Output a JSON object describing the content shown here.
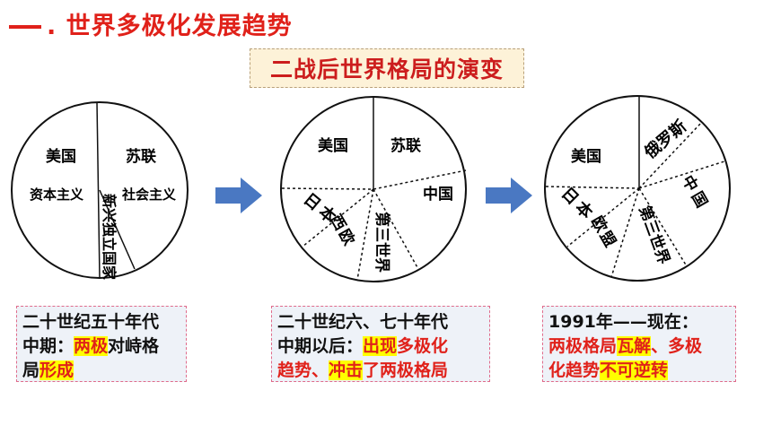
{
  "title": {
    "dash": "一",
    "text": ". 世界多极化发展趋势"
  },
  "subtitle": "二战后世界格局的演变",
  "pie1": {
    "labels": [
      "美国",
      "苏联",
      "资本主义",
      "社会主义",
      "新兴独立国家"
    ]
  },
  "pie2": {
    "labels": [
      "美国",
      "苏联",
      "日本",
      "西欧",
      "中国",
      "第三世界"
    ]
  },
  "pie3": {
    "labels": [
      "美国",
      "俄罗斯",
      "日本",
      "欧盟",
      "中国",
      "第三世界"
    ]
  },
  "box1": {
    "line1": "二十世纪五十年代",
    "line2_a": "中期：",
    "line2_b": "两极",
    "line2_c": "对峙格",
    "line3_a": "局",
    "line3_b": "形成"
  },
  "box2": {
    "line1": "二十世纪六、七十年代",
    "line2_a": "中期以后：",
    "line2_b": "出现",
    "line2_c": "多极化",
    "line3_a": "趋势、",
    "line3_b": "冲击",
    "line3_c": "了两极格局"
  },
  "box3": {
    "line1": "1991年——现在：",
    "line2_a": "两极格局",
    "line2_b": "瓦解",
    "line2_c": "、多极",
    "line3_a": "化趋势",
    "line3_b": "不可逆转"
  },
  "colors": {
    "title_red": "#e0211a",
    "arrow_blue": "#4a78c2",
    "highlight": "#ffff00"
  }
}
